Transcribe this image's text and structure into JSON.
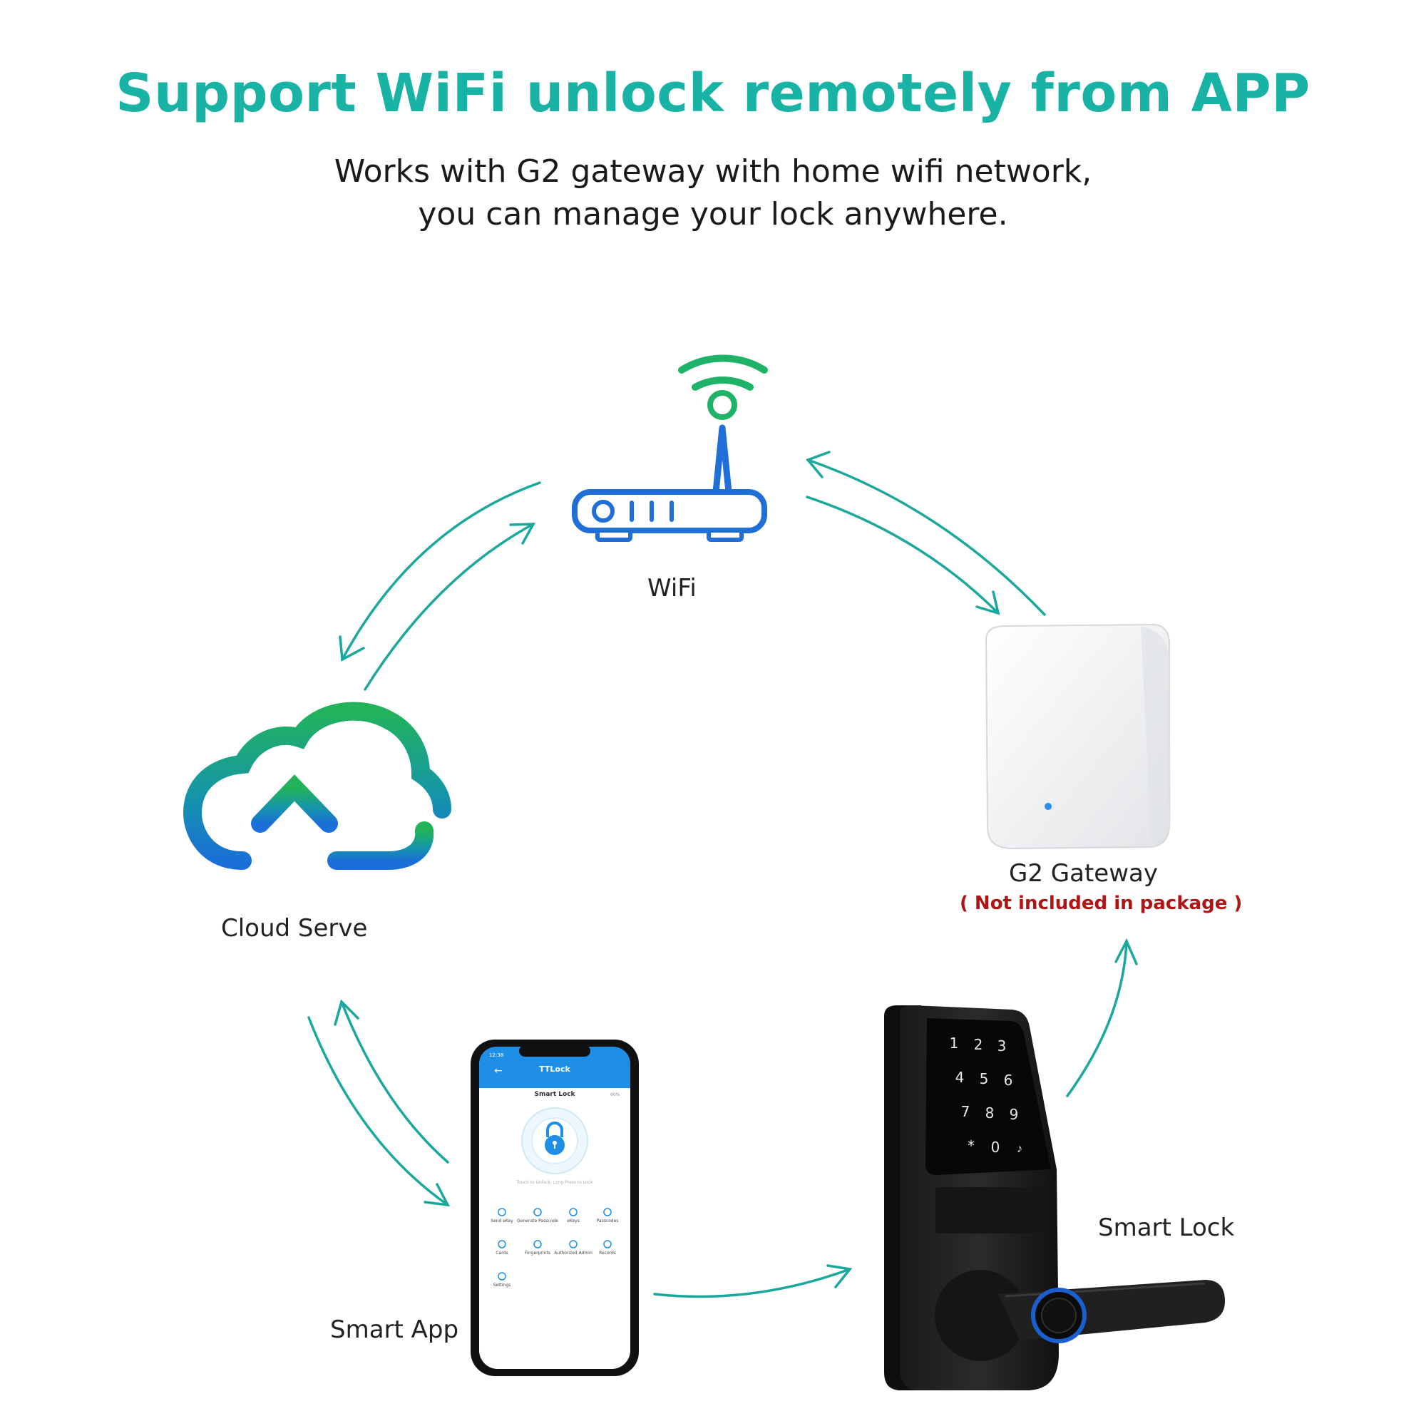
{
  "header": {
    "title": "Support WiFi unlock remotely from APP",
    "subtitle_line1": "Works with G2 gateway with home wifi network,",
    "subtitle_line2": "you can manage your lock anywhere."
  },
  "nodes": {
    "wifi": {
      "label": "WiFi"
    },
    "cloud": {
      "label": "Cloud Serve"
    },
    "gateway": {
      "label": "G2 Gateway",
      "note": "( Not included in package )"
    },
    "app": {
      "label": "Smart App"
    },
    "lock": {
      "label": "Smart Lock"
    }
  },
  "phone": {
    "status_time": "12:38",
    "app_title": "TTLock",
    "screen_title": "Smart Lock",
    "battery": "60%",
    "hint": "Touch to Unlock, Long Press to Lock",
    "menu": [
      {
        "label": "Send eKey",
        "icon": "key-card-icon"
      },
      {
        "label": "Generate Passcode",
        "icon": "passcode-icon"
      },
      {
        "label": "eKeys",
        "icon": "ekeys-icon"
      },
      {
        "label": "Passcodes",
        "icon": "list-icon"
      },
      {
        "label": "Cards",
        "icon": "card-icon"
      },
      {
        "label": "Fingerprints",
        "icon": "fingerprint-icon"
      },
      {
        "label": "Authorized Admin",
        "icon": "admin-icon"
      },
      {
        "label": "Records",
        "icon": "records-icon"
      },
      {
        "label": "Settings",
        "icon": "settings-icon"
      }
    ]
  },
  "keypad": {
    "keys": [
      "1",
      "2",
      "3",
      "4",
      "5",
      "6",
      "7",
      "8",
      "9",
      "*",
      "0"
    ]
  },
  "colors": {
    "title": "#19b3a6",
    "arrow": "#1aa89c",
    "router": "#1f6fd6",
    "wifi_waves": "#1fb36a",
    "note": "#b01515"
  }
}
